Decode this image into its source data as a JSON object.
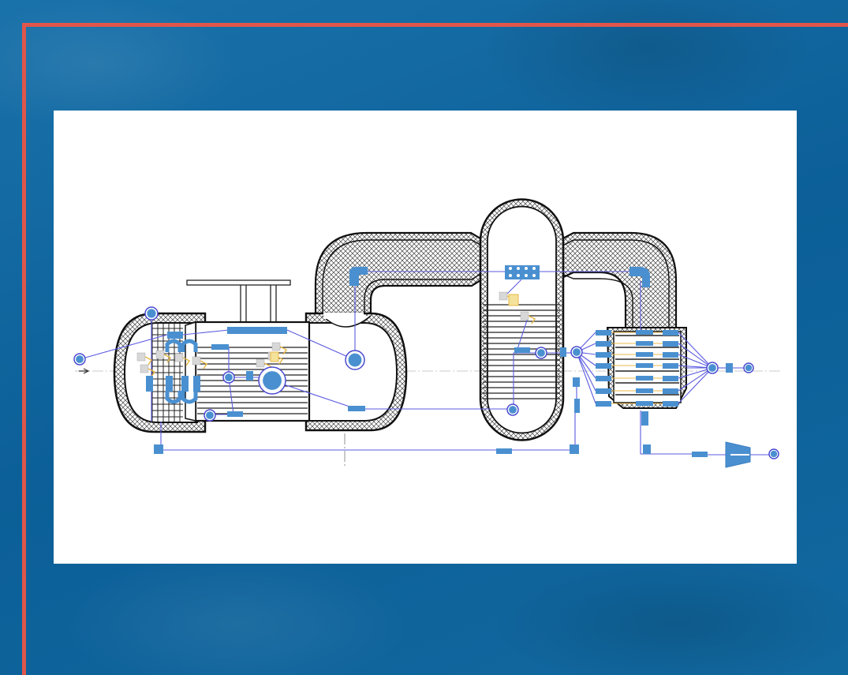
{
  "colors": {
    "background": "#0f68a2",
    "frame": "#e0564a",
    "panel": "#ffffff",
    "component_fill": "#4a90d0",
    "connection_line": "#5b5be0",
    "wall_outline": "#111111",
    "sensor_accent": "#e8b84a"
  },
  "diagram": {
    "type": "process-flow schematic",
    "icons": [
      "vessel",
      "ducts",
      "column",
      "heat-exchanger",
      "turbine",
      "pump",
      "sensor",
      "valve"
    ]
  }
}
